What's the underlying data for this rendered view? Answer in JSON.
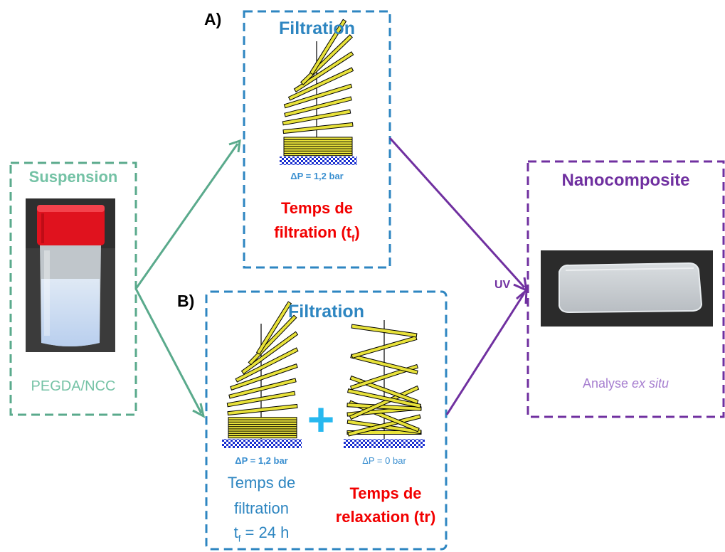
{
  "colors": {
    "green": "#5aaa8c",
    "green_text": "#74c2a5",
    "blue": "#2e86c1",
    "blue_small": "#3a8fd0",
    "red": "#f20000",
    "purple": "#7030a0",
    "purple_light": "#a77fd0",
    "plus": "#27b8ef",
    "rod_fill": "#e8e23a",
    "membrane": "#1a2fd0"
  },
  "suspension": {
    "title": "Suspension",
    "caption": "PEGDA/NCC",
    "photo": "sample-vial-photo"
  },
  "panel_a": {
    "tag": "A)",
    "title": "Filtration",
    "pressure": "ΔP = 1,2 bar",
    "time_line1": "Temps de",
    "time_line2": "filtration (t",
    "time_sub": "f",
    "time_close": ")"
  },
  "panel_b": {
    "tag": "B)",
    "title": "Filtration",
    "plus": "+",
    "left_pressure": "ΔP = 1,2 bar",
    "left_time_line1": "Temps de",
    "left_time_line2": "filtration",
    "left_time_line3_pre": "t",
    "left_time_line3_sub": "f",
    "left_time_line3_post": " = 24 h",
    "right_pressure": "ΔP = 0 bar",
    "right_time_line1": "Temps de",
    "right_time_line2": "relaxation (tr)"
  },
  "uv_label": "UV",
  "nanocomposite": {
    "title": "Nanocomposite",
    "caption_pre": "Analyse ",
    "caption_italic": "ex situ",
    "photo": "nanocomposite-film-photo"
  }
}
